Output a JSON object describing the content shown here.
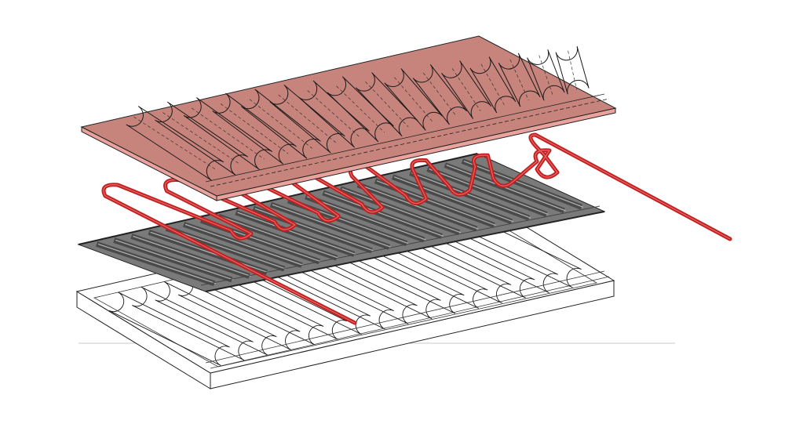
{
  "diagram": {
    "layers": [
      {
        "id": "top-plate",
        "channel_count": 16,
        "color": "#c98078",
        "edge_color": "#e9a29c"
      },
      {
        "id": "heat-spreader",
        "channel_count": 22,
        "color": "#6f6f6f"
      },
      {
        "id": "base-panel",
        "channel_count": 16,
        "color": "#ffffff"
      }
    ],
    "pipe": {
      "color": "#c41f1f",
      "loop_count": 8
    },
    "colors": {
      "outline": "#1a1a1a",
      "baseline": "#b8b8b8"
    }
  }
}
